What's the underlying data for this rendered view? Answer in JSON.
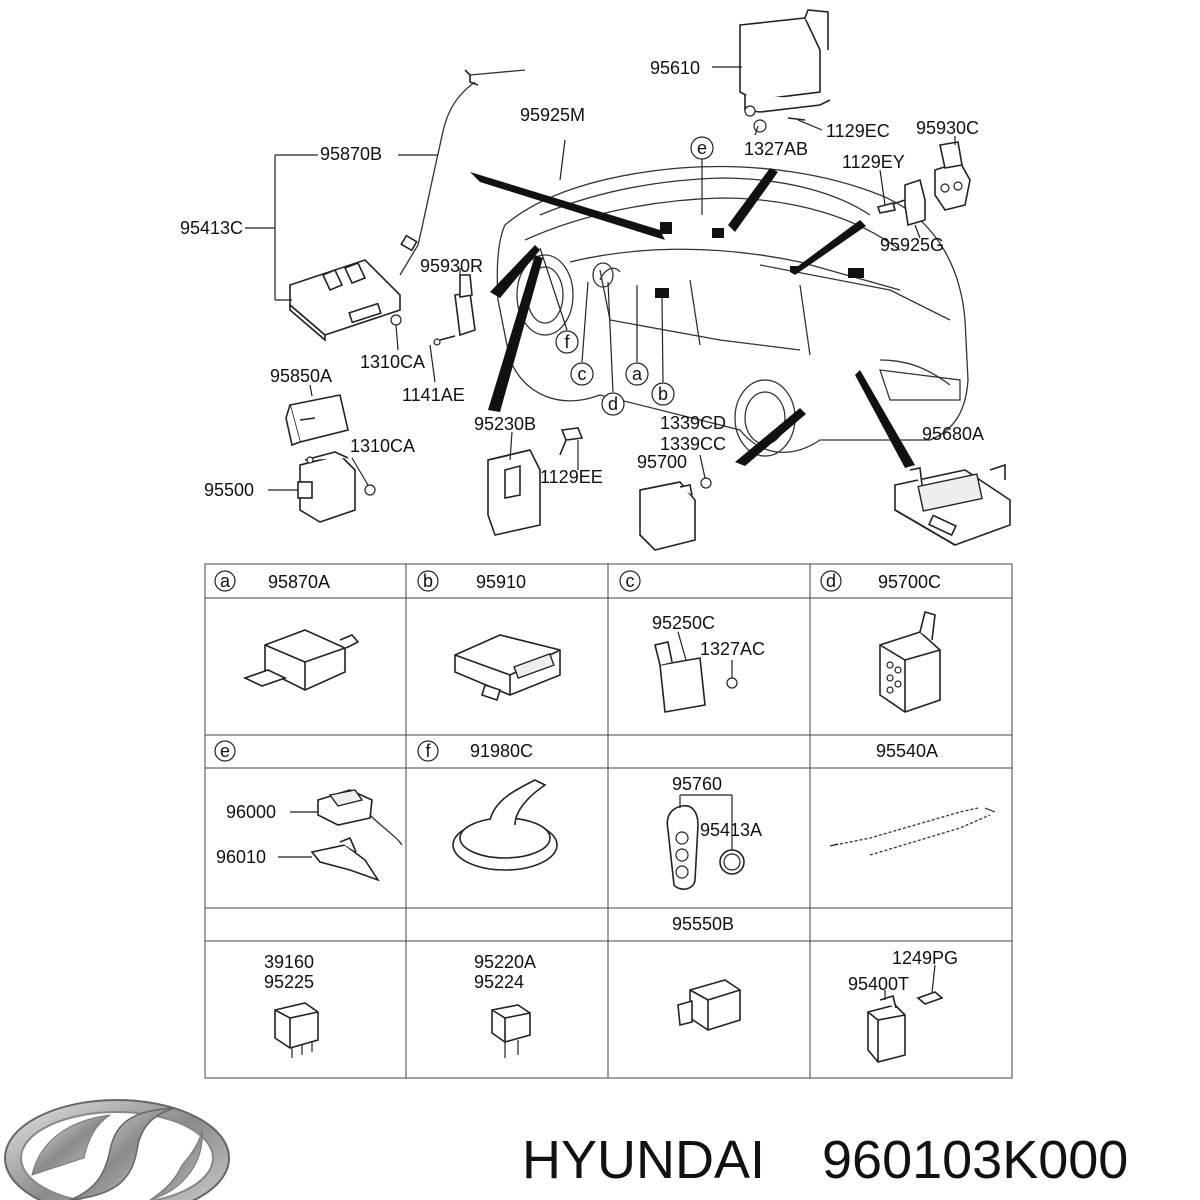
{
  "callouts": {
    "p95610": "95610",
    "p95925M": "95925M",
    "p1327AB": "1327AB",
    "p1129EC": "1129EC",
    "p95930C": "95930C",
    "p95870B": "95870B",
    "p1129EY": "1129EY",
    "p95925G": "95925G",
    "p95413C": "95413C",
    "p95930R": "95930R",
    "p1310CA_a": "1310CA",
    "p1141AE": "1141AE",
    "p95850A": "95850A",
    "p1310CA_b": "1310CA",
    "p95500": "95500",
    "p95230B": "95230B",
    "p1129EE": "1129EE",
    "p1339CD": "1339CD",
    "p1339CC": "1339CC",
    "p95700": "95700",
    "p95680A": "95680A",
    "ltr_e": "e",
    "ltr_f": "f",
    "ltr_c": "c",
    "ltr_a": "a",
    "ltr_b": "b",
    "ltr_d": "d"
  },
  "table": {
    "cells": [
      {
        "letter": "a",
        "header": "95870A",
        "labels": []
      },
      {
        "letter": "b",
        "header": "95910",
        "labels": []
      },
      {
        "letter": "c",
        "header": "",
        "labels": [
          "95250C",
          "1327AC"
        ]
      },
      {
        "letter": "d",
        "header": "95700C",
        "labels": []
      },
      {
        "letter": "e",
        "header": "",
        "labels": [
          "96000",
          "96010"
        ]
      },
      {
        "letter": "f",
        "header": "91980C",
        "labels": []
      },
      {
        "letter": "",
        "header": "",
        "labels": [
          "95760",
          "95413A"
        ]
      },
      {
        "letter": "",
        "header": "95540A",
        "labels": []
      },
      {
        "letter": "",
        "header": "",
        "labels": [
          "39160",
          "95225"
        ]
      },
      {
        "letter": "",
        "header": "",
        "labels": [
          "95220A",
          "95224"
        ]
      },
      {
        "letter": "",
        "header": "95550B",
        "labels": []
      },
      {
        "letter": "",
        "header": "",
        "labels": [
          "1249PG",
          "95400T"
        ]
      }
    ]
  },
  "footer": {
    "brand": "HYUNDAI",
    "part_number": "960103K000",
    "logo_icon": "hyundai-logo"
  }
}
